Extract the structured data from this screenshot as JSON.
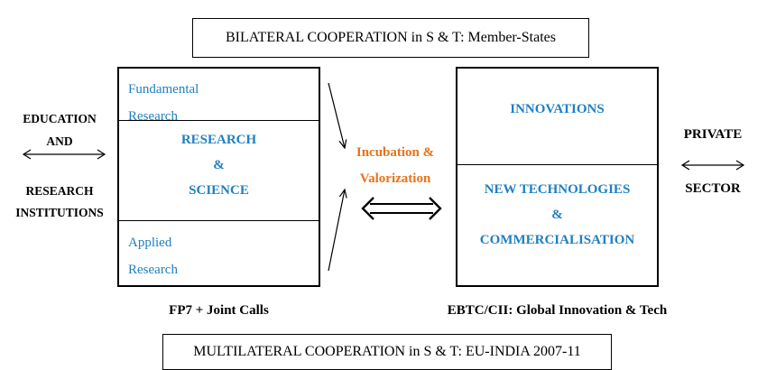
{
  "top_banner": "BILATERAL COOPERATION in S & T: Member-States",
  "bottom_banner": "MULTILATERAL COOPERATION in S & T: EU-INDIA 2007-11",
  "left_side": {
    "line1": "EDUCATION",
    "line2": "AND",
    "line3": "RESEARCH",
    "line4": "INSTITUTIONS"
  },
  "right_side": {
    "line1": "PRIVATE",
    "line2": "SECTOR"
  },
  "left_box": {
    "top_line1": "Fundamental",
    "top_line2": "Research",
    "middle_line1": "RESEARCH",
    "middle_line2": "&",
    "middle_line3": "SCIENCE",
    "bottom_line1": "Applied",
    "bottom_line2": "Research",
    "caption": "FP7 + Joint Calls"
  },
  "center": {
    "line1": "Incubation &",
    "line2": "Valorization"
  },
  "right_box": {
    "top": "INNOVATIONS",
    "bottom_line1": "NEW TECHNOLOGIES",
    "bottom_line2": "&",
    "bottom_line3": "COMMERCIALISATION",
    "caption": "EBTC/CII: Global Innovation & Tech"
  },
  "colors": {
    "blue_text": "#1f7fbf",
    "orange_text": "#e8731a"
  }
}
